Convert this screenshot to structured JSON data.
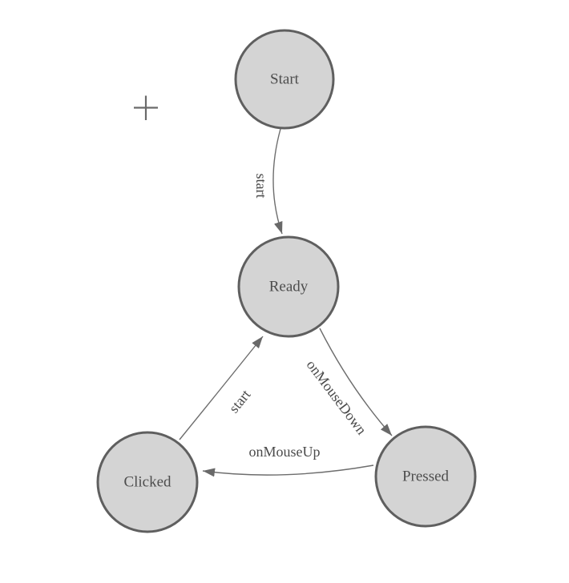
{
  "diagram": {
    "type": "state-machine",
    "background": "#ffffff",
    "nodes": [
      {
        "id": "start",
        "label": "Start"
      },
      {
        "id": "ready",
        "label": "Ready"
      },
      {
        "id": "clicked",
        "label": "Clicked"
      },
      {
        "id": "pressed",
        "label": "Pressed"
      }
    ],
    "edges": [
      {
        "from": "Start",
        "to": "Ready",
        "label": "start"
      },
      {
        "from": "Ready",
        "to": "Pressed",
        "label": "onMouseDown"
      },
      {
        "from": "Pressed",
        "to": "Clicked",
        "label": "onMouseUp"
      },
      {
        "from": "Clicked",
        "to": "Ready",
        "label": "start"
      }
    ],
    "colors": {
      "node_fill": "#d4d4d4",
      "node_stroke": "#5f5f5f",
      "node_text": "#4d4d4d",
      "edge_line": "#6d6d6d",
      "arrowhead": "#696969",
      "edge_text": "#4a4a4a",
      "crosshair": "#6a6a6a"
    },
    "icons": [
      {
        "name": "crosshair-icon",
        "glyph": "+"
      }
    ]
  }
}
